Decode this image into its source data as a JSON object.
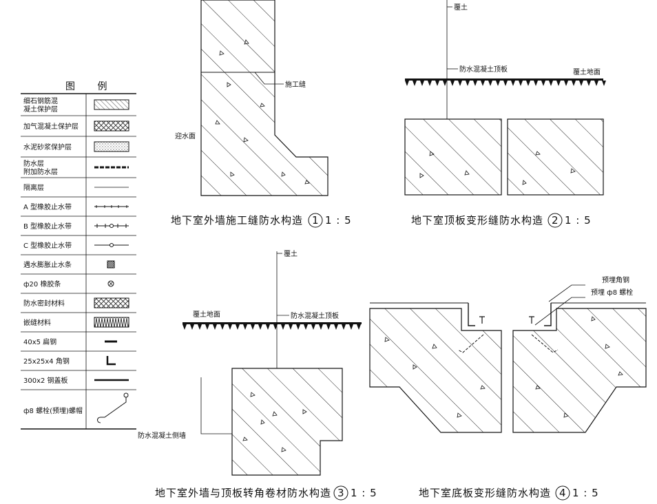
{
  "legend": {
    "title": "图  例",
    "items": [
      {
        "label_lines": [
          "细石钢筋混",
          "凝土保护层"
        ],
        "symbol": "hatch-diagonal"
      },
      {
        "label_lines": [
          "加气混凝土保护层"
        ],
        "symbol": "hatch-cross"
      },
      {
        "label_lines": [
          "水泥砂浆保护层"
        ],
        "symbol": "stipple"
      },
      {
        "label_lines": [
          "防水层",
          "附加防水层"
        ],
        "symbol": "dashed-bold"
      },
      {
        "label_lines": [
          "隔离层"
        ],
        "symbol": "thin-line"
      },
      {
        "label_lines": [
          "A 型橡胶止水带"
        ],
        "symbol": "waterstop-a"
      },
      {
        "label_lines": [
          "B 型橡胶止水带"
        ],
        "symbol": "waterstop-b"
      },
      {
        "label_lines": [
          "C 型橡胶止水带"
        ],
        "symbol": "waterstop-c"
      },
      {
        "label_lines": [
          "遇水膨胀止水条"
        ],
        "symbol": "swell-strip"
      },
      {
        "label_lines": [
          "ф20 橡胶条"
        ],
        "symbol": "rubber-rod"
      },
      {
        "label_lines": [
          "防水密封材料"
        ],
        "symbol": "sealant"
      },
      {
        "label_lines": [
          "嵌缝材料"
        ],
        "symbol": "caulk"
      },
      {
        "label_lines": [
          "40x5 扁钢"
        ],
        "symbol": "flat-steel"
      },
      {
        "label_lines": [
          "25x25x4 角钢"
        ],
        "symbol": "angle-steel"
      },
      {
        "label_lines": [
          "300x2 钢盖板"
        ],
        "symbol": "cover-plate"
      },
      {
        "label_lines": [
          "ф8 螺栓(预埋)螺帽"
        ],
        "symbol": "anchor-bolt"
      }
    ]
  },
  "details": [
    {
      "caption": "地下室外墙施工缝防水构造",
      "number": "1",
      "scale": "1 : 5",
      "labels": {
        "joint": "施工缝",
        "face": "迎水面"
      }
    },
    {
      "caption": "地下室顶板变形缝防水构造",
      "number": "2",
      "scale": "1 : 5",
      "labels": {
        "top": "覆土",
        "slab": "防水混凝土顶板",
        "ground": "覆土地面"
      }
    },
    {
      "caption": "地下室外墙与顶板转角卷材防水构造",
      "number": "3",
      "scale": "1 : 5",
      "labels": {
        "top": "覆土",
        "ground": "覆土地面",
        "slab": "防水混凝土顶板",
        "wall": "防水混凝土侧墙"
      }
    },
    {
      "caption": "地下室底板变形缝防水构造",
      "number": "4",
      "scale": "1 : 5",
      "labels": {
        "angle": "预埋角钢",
        "bolt": "预埋 ф8 螺栓"
      }
    }
  ]
}
